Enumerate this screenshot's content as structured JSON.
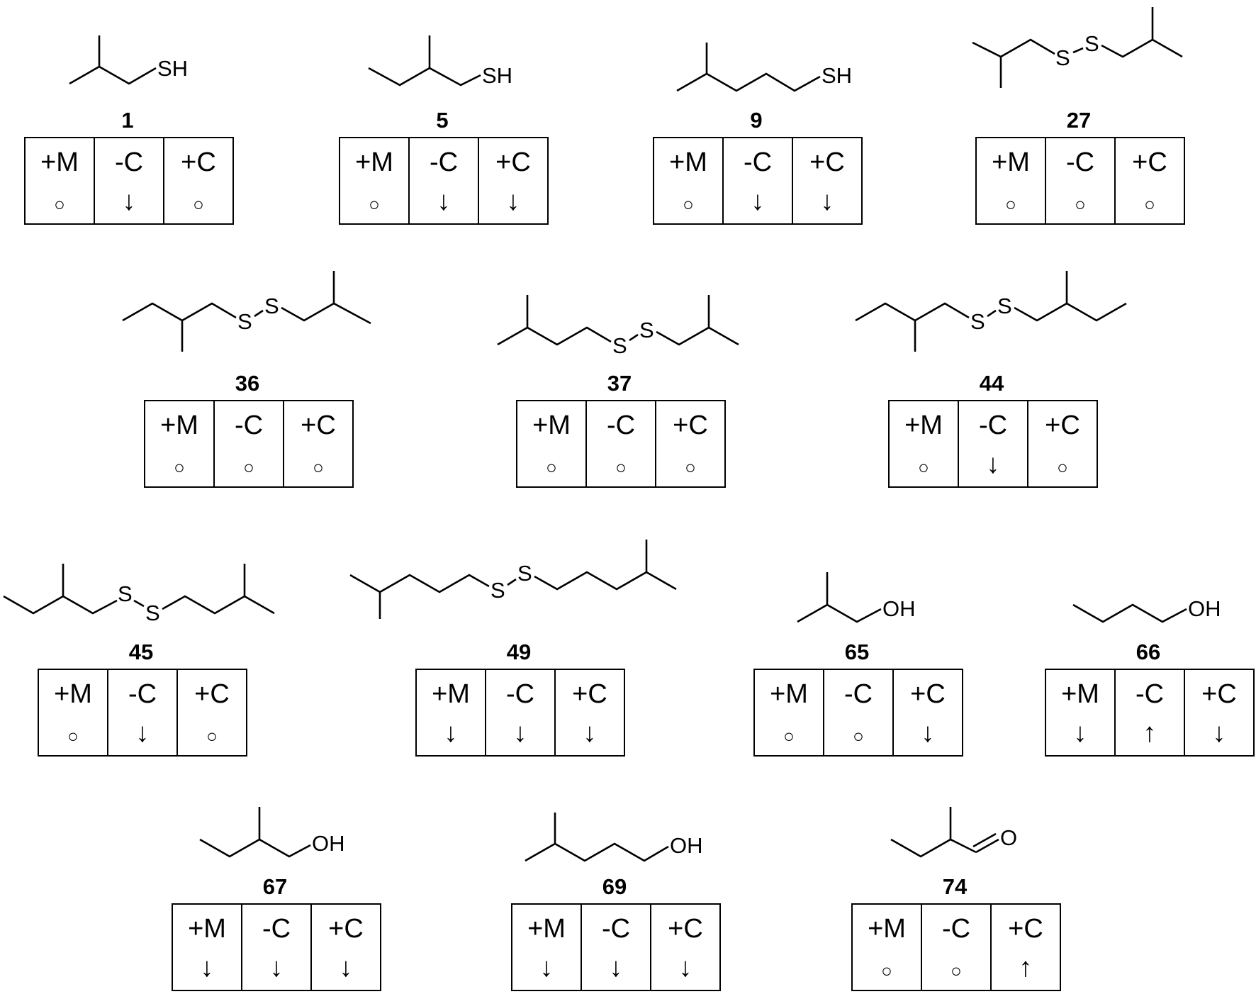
{
  "headers": [
    "+M",
    "-C",
    "+C"
  ],
  "symbols": {
    "unchanged": "○",
    "down": "↓",
    "up": "↑"
  },
  "compounds": [
    {
      "id": "1",
      "atoms": [
        "SH"
      ],
      "effects": [
        "○",
        "↓",
        "○"
      ]
    },
    {
      "id": "5",
      "atoms": [
        "SH"
      ],
      "effects": [
        "○",
        "↓",
        "↓"
      ]
    },
    {
      "id": "9",
      "atoms": [
        "SH"
      ],
      "effects": [
        "○",
        "↓",
        "↓"
      ]
    },
    {
      "id": "27",
      "atoms": [
        "S",
        "S"
      ],
      "effects": [
        "○",
        "○",
        "○"
      ]
    },
    {
      "id": "36",
      "atoms": [
        "S",
        "S"
      ],
      "effects": [
        "○",
        "○",
        "○"
      ]
    },
    {
      "id": "37",
      "atoms": [
        "S",
        "S"
      ],
      "effects": [
        "○",
        "○",
        "○"
      ]
    },
    {
      "id": "44",
      "atoms": [
        "S",
        "S"
      ],
      "effects": [
        "○",
        "↓",
        "○"
      ]
    },
    {
      "id": "45",
      "atoms": [
        "S",
        "S"
      ],
      "effects": [
        "○",
        "↓",
        "○"
      ]
    },
    {
      "id": "49",
      "atoms": [
        "S",
        "S"
      ],
      "effects": [
        "↓",
        "↓",
        "↓"
      ]
    },
    {
      "id": "65",
      "atoms": [
        "OH"
      ],
      "effects": [
        "○",
        "○",
        "↓"
      ]
    },
    {
      "id": "66",
      "atoms": [
        "OH"
      ],
      "effects": [
        "↓",
        "↑",
        "↓"
      ]
    },
    {
      "id": "67",
      "atoms": [
        "OH"
      ],
      "effects": [
        "↓",
        "↓",
        "↓"
      ]
    },
    {
      "id": "69",
      "atoms": [
        "OH"
      ],
      "effects": [
        "↓",
        "↓",
        "↓"
      ]
    },
    {
      "id": "74",
      "atoms": [
        "O"
      ],
      "effects": [
        "○",
        "○",
        "↑"
      ]
    }
  ]
}
